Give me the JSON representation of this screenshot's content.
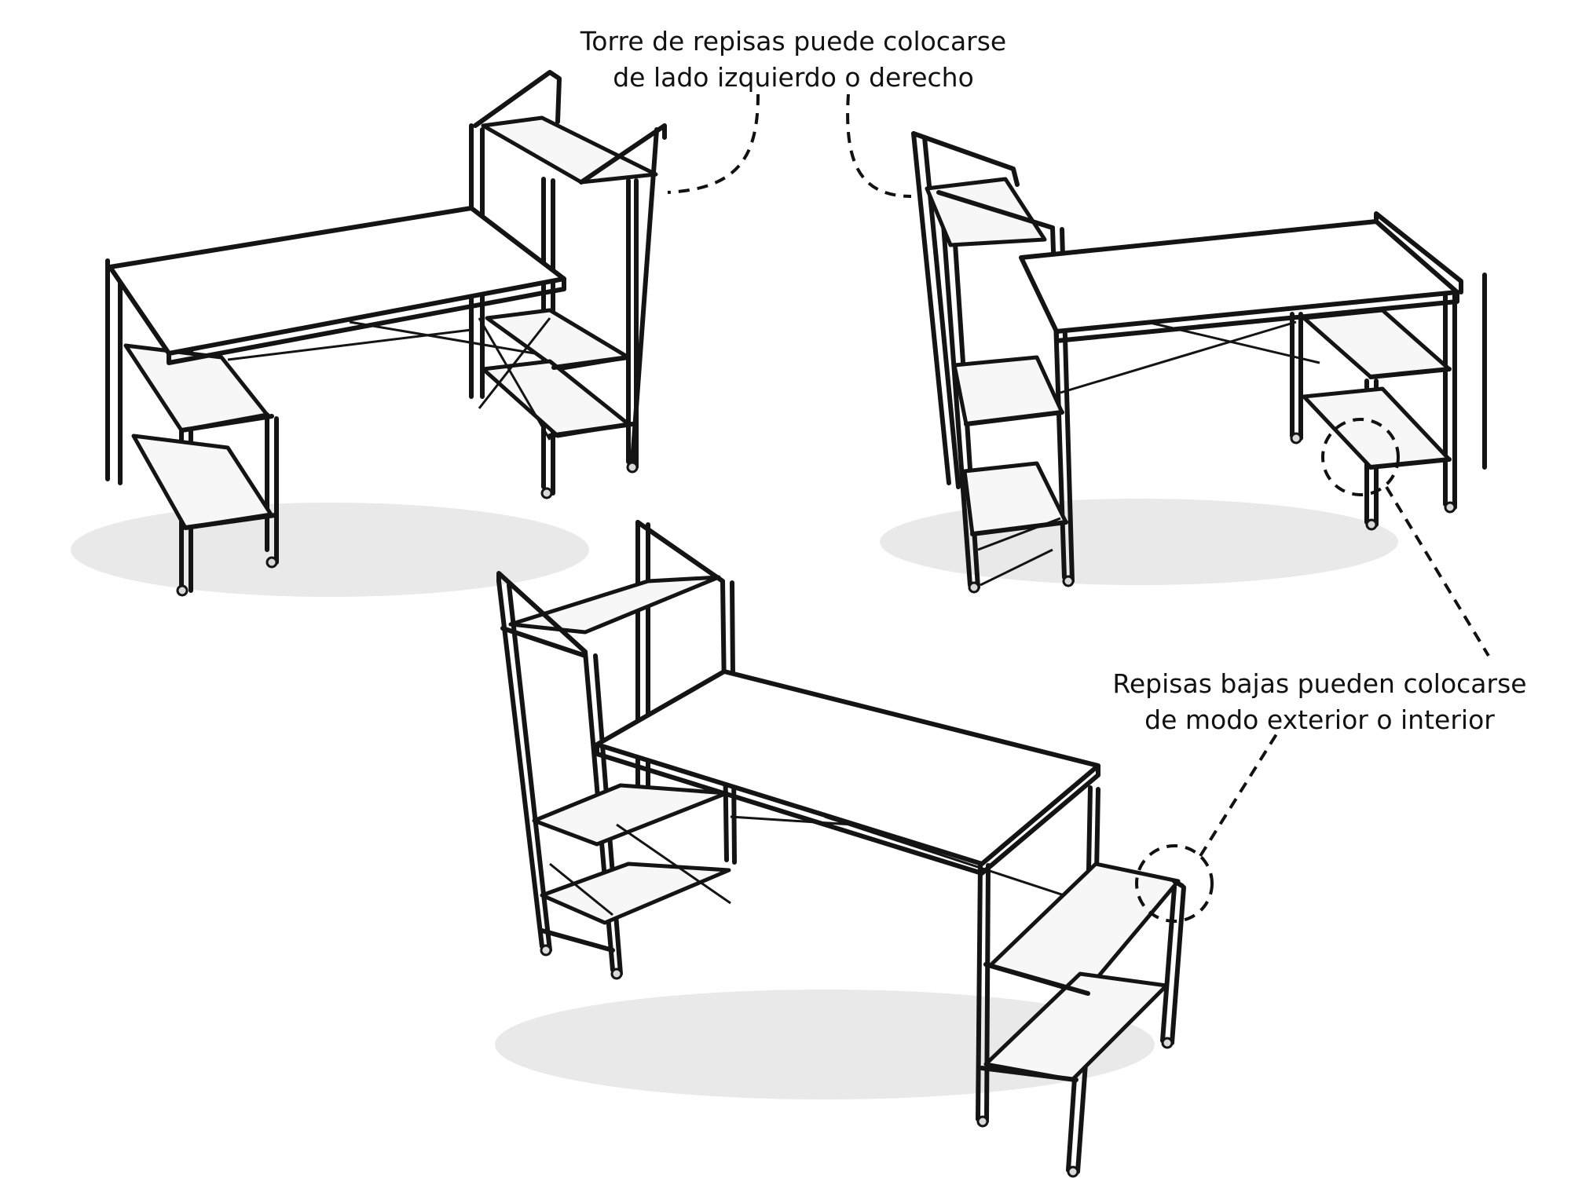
{
  "callouts": {
    "tower": {
      "line1": "Torre de repisas puede colocarse",
      "line2": "de lado izquierdo o derecho"
    },
    "lower_shelves": {
      "line1": "Repisas bajas pueden colocarse",
      "line2": "de modo exterior o interior"
    }
  },
  "colors": {
    "ink": "#141414",
    "background": "#ffffff"
  }
}
